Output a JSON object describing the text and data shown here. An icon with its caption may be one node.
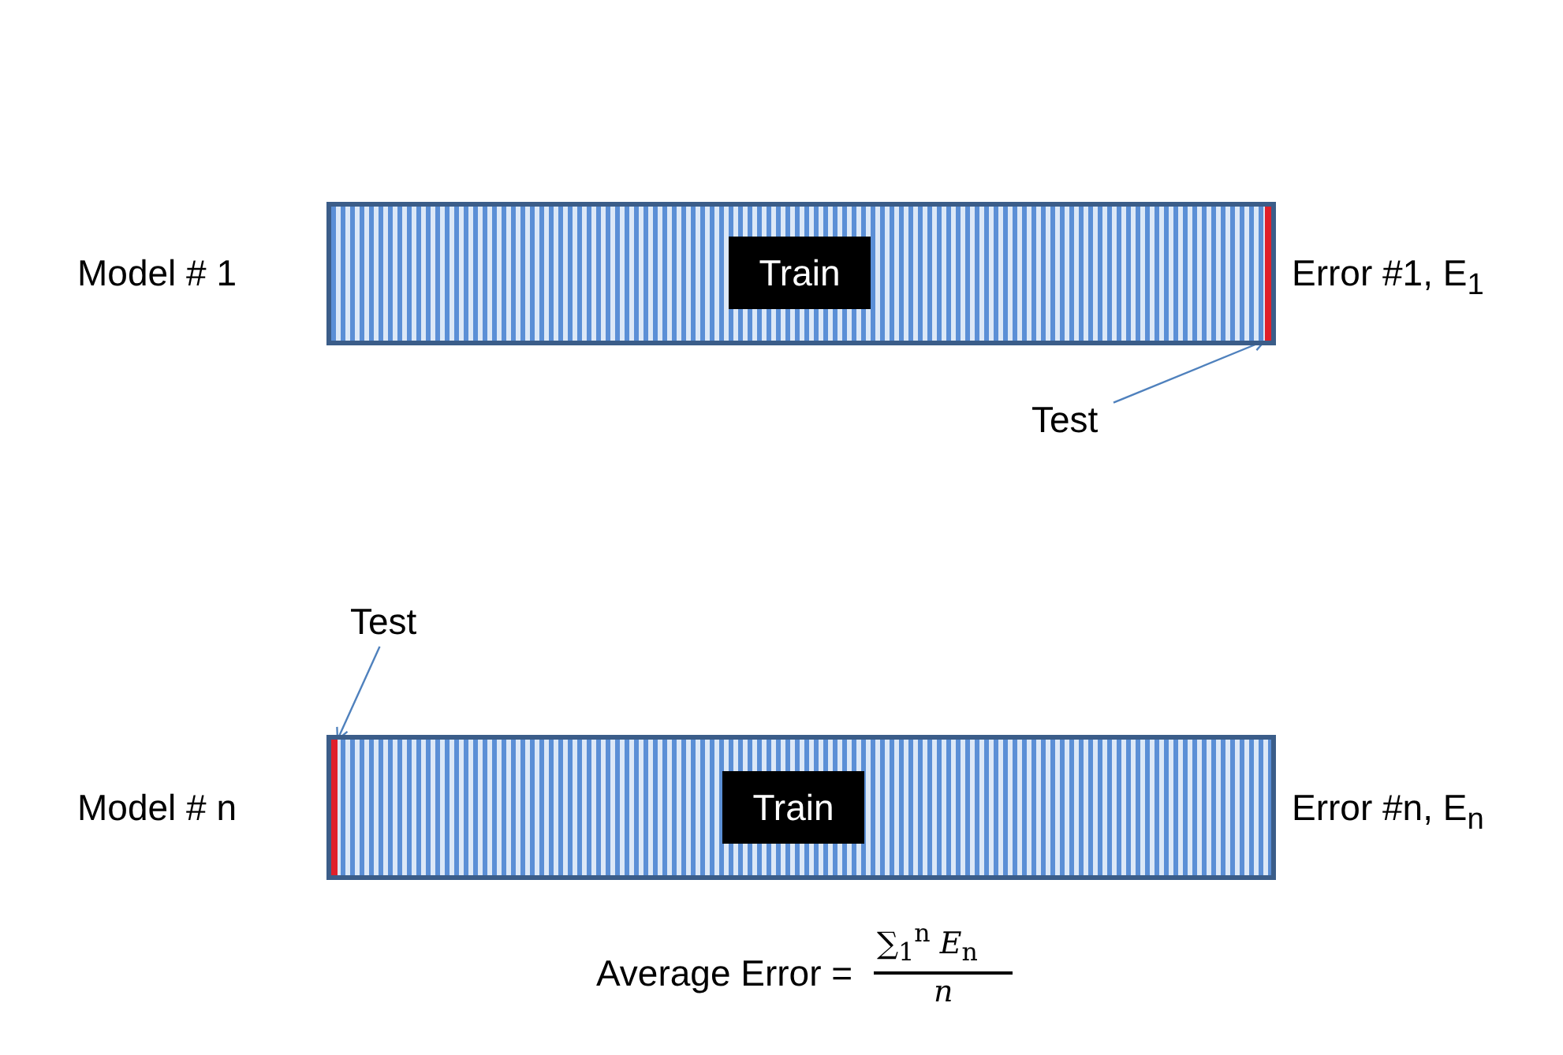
{
  "diagram": {
    "nodes": [
      {
        "text": [],
        "shape": "bar",
        "beside": [
          "Model # 1",
          "Error #1, E$_{1}$"
        ]
      },
      {
        "text": [
          "Train"
        ],
        "in": 0
      },
      {
        "text": [],
        "shape": "bar",
        "in": 0
      },
      {
        "text": [
          "Test"
        ]
      },
      {
        "text": [],
        "shape": "bar",
        "beside": [
          "Model # n",
          "Error #n, E$_{n}$"
        ]
      },
      {
        "text": [
          "Train"
        ],
        "in": 4
      },
      {
        "text": [],
        "shape": "bar",
        "in": 4
      },
      {
        "text": [
          "Test"
        ]
      }
    ],
    "edges": [
      {
        "from": 3,
        "to": 2,
        "arrow": "to"
      },
      {
        "from": 7,
        "to": 6,
        "arrow": "to"
      }
    ],
    "labels": [
      "Average Error =",
      "∑$_{1}$$^{n}$ *E*$_{n}$",
      "*n*"
    ]
  }
}
